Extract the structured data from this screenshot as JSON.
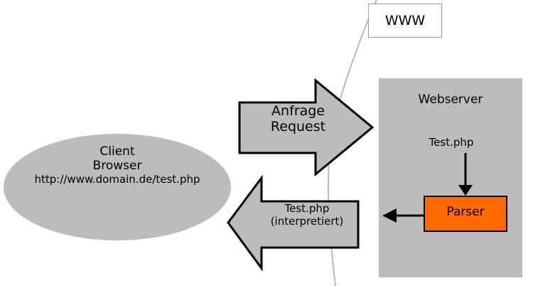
{
  "diagram": {
    "title": "PHP request/response flow",
    "colors": {
      "shape_gray": "#bcbcbc",
      "panel_gray": "#bcbcbc",
      "parser_orange": "#ff6a00",
      "outline_black": "#000000",
      "thin_line_gray": "#b9b9b9",
      "background": "#ffffff"
    }
  },
  "www": {
    "label": "WWW"
  },
  "client": {
    "line1": "Client",
    "line2": "Browser",
    "line3": "http://www.domain.de/test.php"
  },
  "request_arrow": {
    "line1": "Anfrage",
    "line2": "Request"
  },
  "response_arrow": {
    "line1": "Test.php",
    "line2": "(interpretiert)"
  },
  "webserver": {
    "title": "Webserver",
    "file_label": "Test.php",
    "parser_label": "Parser"
  }
}
